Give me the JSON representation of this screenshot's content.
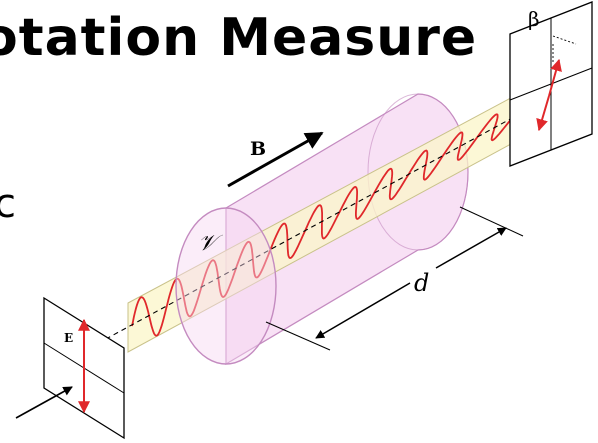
{
  "slide": {
    "title": "otation Measure",
    "partial_text": "c"
  },
  "diagram": {
    "labels": {
      "magnetic_field": "B",
      "volume": "𝒱",
      "distance": "d",
      "electric_field": "E",
      "rotation_angle": "β"
    },
    "colors": {
      "cylinder_fill": "#f3c8ec",
      "cylinder_stroke": "#c48bc0",
      "plane_fill": "#fbf6c8",
      "plane_stroke": "#c9c28a",
      "wave": "#e0282b",
      "polarization_arrow": "#e0282b",
      "ink": "#000000"
    }
  }
}
